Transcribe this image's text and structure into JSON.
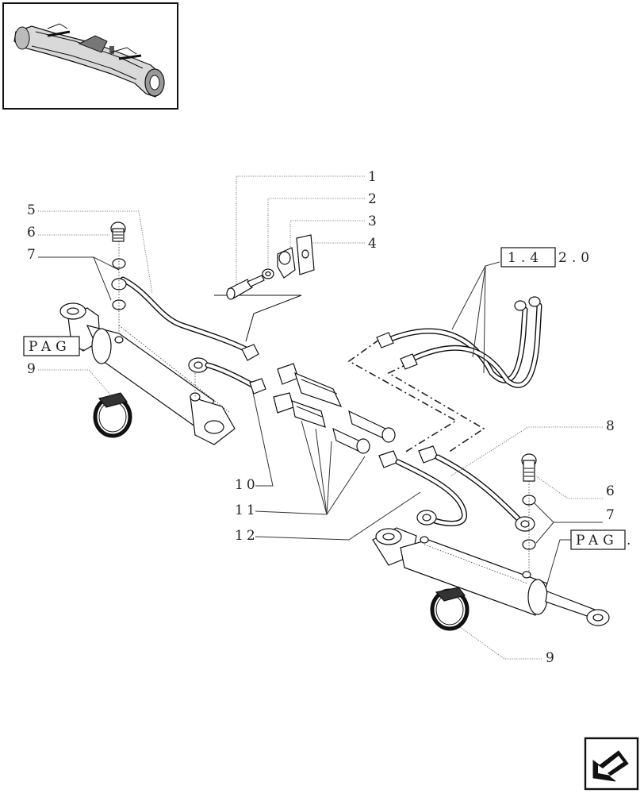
{
  "callouts": {
    "c1": "1",
    "c2": "2",
    "c3": "3",
    "c4": "4",
    "c5": "5",
    "c6_left": "6",
    "c7_left": "7",
    "c8": "8",
    "c9_left": "9",
    "c10": "10",
    "c11": "11",
    "c12": "12",
    "c6_right": "6",
    "c7_right": "7",
    "c9_right": "9"
  },
  "references": {
    "ref_top_boxed": "1.4",
    "ref_top_tail": "2.0",
    "pag_left_boxed": "PAG",
    "pag_left_tail": ".",
    "pag_right_boxed": "PAG",
    "pag_right_tail": "."
  },
  "icons": {
    "thumbnail": "axle-assembly-thumbnail",
    "nav": "next-page-arrow-icon"
  }
}
